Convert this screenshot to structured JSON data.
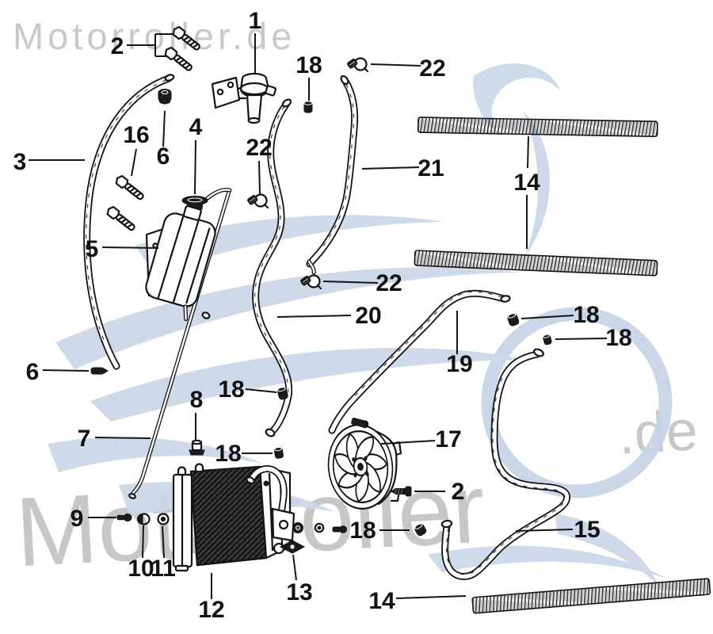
{
  "watermarks": {
    "header_text": "Motorroller.de",
    "giant_text": "Motorroller",
    "giant_suffix": ".de"
  },
  "colors": {
    "line": "#141414",
    "watermark_gray": "#c7c7c7",
    "watermark_blue": "#c9d7e8",
    "radiator_core": "#191919"
  },
  "labels": [
    {
      "text": "1"
    },
    {
      "text": "2"
    },
    {
      "text": "18"
    },
    {
      "text": "22"
    },
    {
      "text": "21"
    },
    {
      "text": "14"
    },
    {
      "text": "3"
    },
    {
      "text": "16"
    },
    {
      "text": "6"
    },
    {
      "text": "4"
    },
    {
      "text": "22"
    },
    {
      "text": "5"
    },
    {
      "text": "22"
    },
    {
      "text": "20"
    },
    {
      "text": "19"
    },
    {
      "text": "18"
    },
    {
      "text": "18"
    },
    {
      "text": "6"
    },
    {
      "text": "18"
    },
    {
      "text": "7"
    },
    {
      "text": "8"
    },
    {
      "text": "18"
    },
    {
      "text": "17"
    },
    {
      "text": "2"
    },
    {
      "text": "18"
    },
    {
      "text": "15"
    },
    {
      "text": "9"
    },
    {
      "text": "10"
    },
    {
      "text": "11"
    },
    {
      "text": "13"
    },
    {
      "text": "12"
    },
    {
      "text": "14"
    }
  ]
}
